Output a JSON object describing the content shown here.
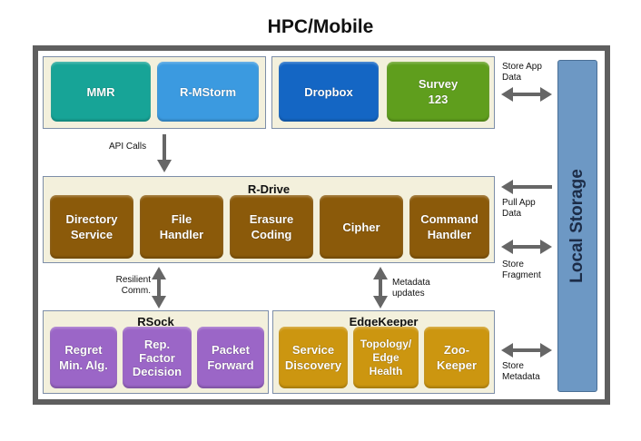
{
  "title": "HPC/Mobile",
  "colors": {
    "teal": "#17a497",
    "light_blue": "#3b9ae0",
    "dropbox_blue": "#1466c4",
    "green": "#5f9e1d",
    "brown": "#8b5a0a",
    "purple": "#9b66c7",
    "gold": "#cc9610",
    "local_storage": "#6d98c4"
  },
  "apps_left": [
    {
      "label": "MMR",
      "icon": "app-box"
    },
    {
      "label": "R-MStorm",
      "icon": "app-box"
    }
  ],
  "apps_right": [
    {
      "label": "Dropbox",
      "icon": "app-box"
    },
    {
      "label": "Survey 123",
      "icon": "app-box"
    }
  ],
  "rdrive": {
    "title": "R-Drive",
    "modules": [
      "Directory Service",
      "File Handler",
      "Erasure Coding",
      "Cipher",
      "Command Handler"
    ]
  },
  "rsock": {
    "title": "RSock",
    "modules": [
      "Regret Min. Alg.",
      "Rep. Factor Decision",
      "Packet Forward"
    ]
  },
  "edgekeeper": {
    "title": "EdgeKeeper",
    "modules": [
      "Service Discovery",
      "Topology/ Edge Health",
      "Zoo- Keeper"
    ]
  },
  "local_storage": "Local Storage",
  "labels": {
    "api_calls": "API Calls",
    "resilient_comm": "Resilient Comm.",
    "metadata_updates": "Metadata updates",
    "store_app_data": "Store App Data",
    "pull_app_data": "Pull App Data",
    "store_fragment": "Store Fragment",
    "store_metadata": "Store Metadata"
  }
}
